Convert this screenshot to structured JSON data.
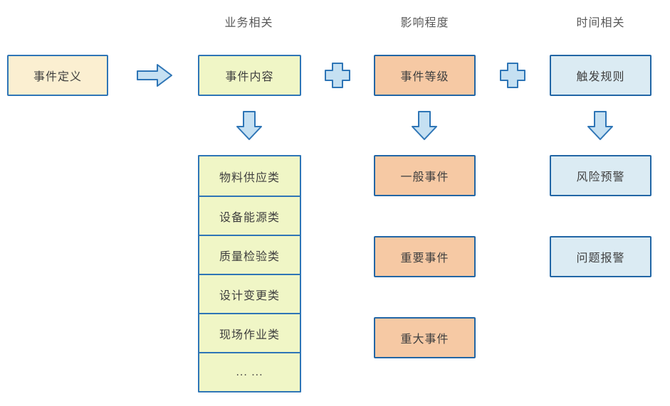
{
  "headers": {
    "business": "业务相关",
    "impact": "影响程度",
    "time": "时间相关"
  },
  "flow": {
    "event_definition": "事件定义",
    "event_content": "事件内容",
    "event_level": "事件等级",
    "trigger_rule": "触发规则"
  },
  "business_categories": [
    "物料供应类",
    "设备能源类",
    "质量检验类",
    "设计变更类",
    "现场作业类",
    "... ..."
  ],
  "impact_levels": [
    "一般事件",
    "重要事件",
    "重大事件"
  ],
  "time_alerts": [
    "风险预警",
    "问题报警"
  ],
  "icons": {
    "flow_arrow": "right-arrow",
    "combine_operator": "plus",
    "expand_arrow": "down-arrow"
  },
  "colors": {
    "cream_fill": "#FBEFD1",
    "green_fill": "#F0F6C6",
    "orange_fill": "#F6C9A4",
    "lightblue_fill": "#DBEBF3",
    "arrow_fill": "#C5E0F2",
    "border_blue": "#2E75B6",
    "text": "#3F3F3F",
    "header_text": "#595959"
  }
}
